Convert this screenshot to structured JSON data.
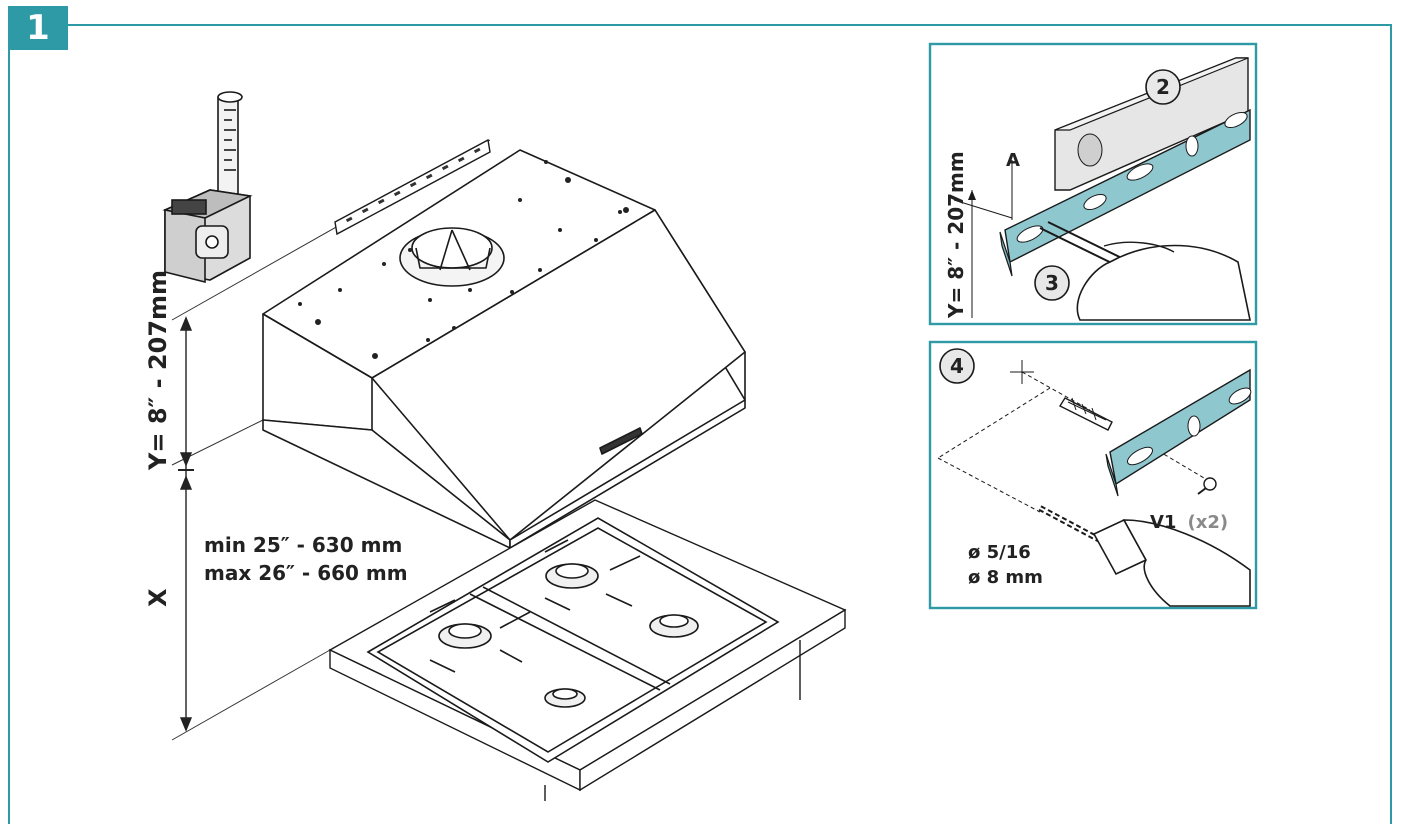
{
  "step": {
    "number": "1"
  },
  "main": {
    "y_dimension": "Y= 8″ - 207mm",
    "x_label": "X",
    "min_distance": "min 25″ - 630 mm",
    "max_distance": "max 26″ - 660 mm"
  },
  "panel_mark": {
    "y_dimension": "Y= 8″ - 207mm",
    "point_a": "A",
    "step_2": "2",
    "step_3": "3"
  },
  "panel_drill": {
    "step_4": "4",
    "screw_label": "V1",
    "screw_qty": "(x2)",
    "drill_imperial": "ø 5/16",
    "drill_metric": "ø 8 mm"
  },
  "colors": {
    "accent": "#2e9aa6",
    "bracket": "#8fc7cf",
    "outline": "#1a1a1a"
  }
}
